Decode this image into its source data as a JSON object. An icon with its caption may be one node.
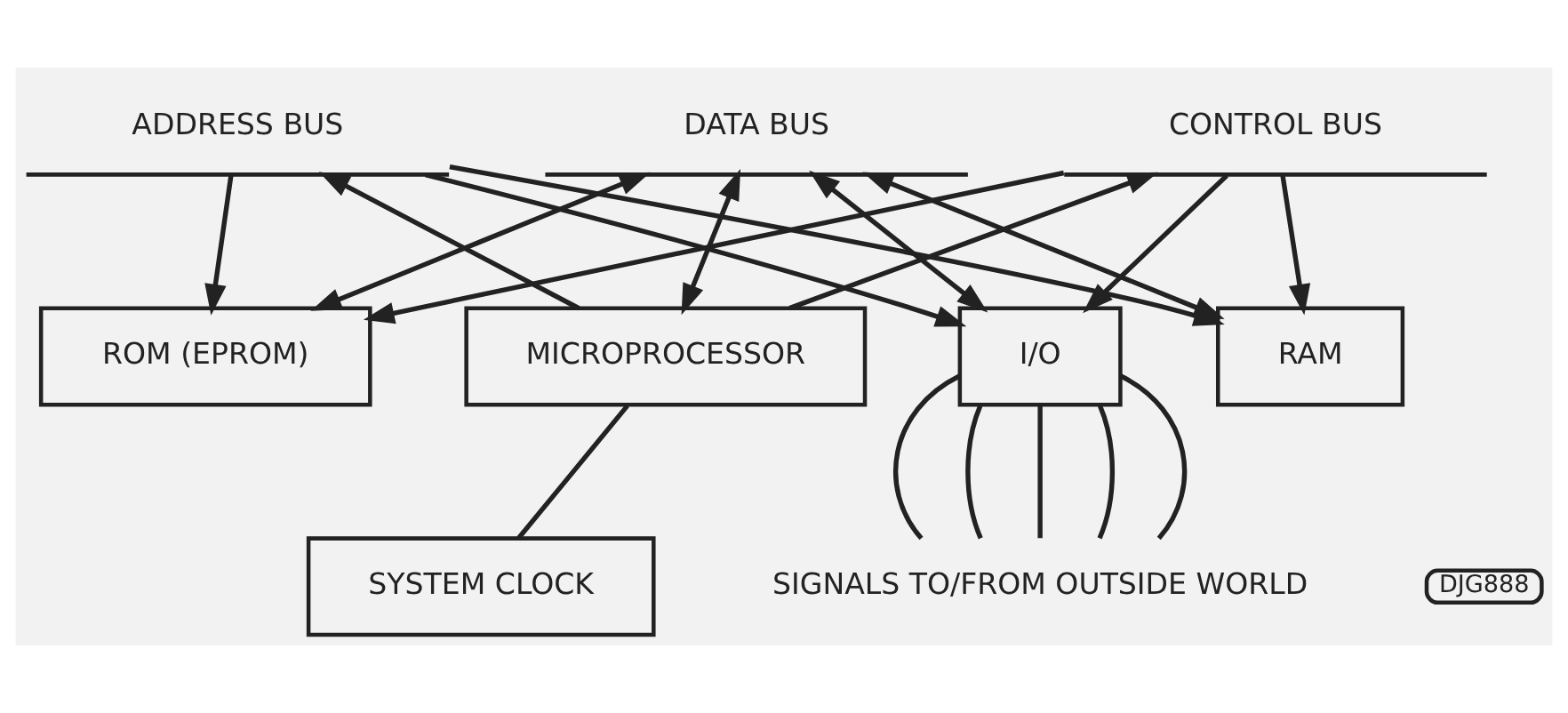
{
  "diagram": {
    "nodes": [
      {
        "text": [
          "ADDRESS BUS"
        ]
      },
      {
        "text": [
          "DATA BUS"
        ]
      },
      {
        "text": [
          "CONTROL BUS"
        ]
      },
      {
        "text": [
          "MICROPROCESSOR"
        ]
      },
      {
        "text": [
          "RAM"
        ]
      },
      {
        "text": [
          "ROM (EPROM)"
        ]
      },
      {
        "text": [
          "I/O"
        ]
      },
      {
        "text": [
          "SYSTEM CLOCK"
        ]
      },
      {
        "text": [
          "SIGNALS TO/FROM OUTSIDE WORLD"
        ]
      }
    ],
    "edges": [
      {
        "from": 3,
        "to": 0,
        "arrow": "to"
      },
      {
        "from": 3,
        "to": 2,
        "arrow": "to"
      },
      {
        "from": 3,
        "to": 1,
        "arrow": "both"
      },
      {
        "from": 0,
        "to": 4,
        "arrow": "to"
      },
      {
        "from": 2,
        "to": 4,
        "arrow": "to"
      },
      {
        "from": 1,
        "to": 4,
        "arrow": "both"
      },
      {
        "from": 0,
        "to": 5,
        "arrow": "to"
      },
      {
        "from": 2,
        "to": 5,
        "arrow": "to"
      },
      {
        "from": 1,
        "to": 5,
        "arrow": "both"
      },
      {
        "from": 0,
        "to": 6,
        "arrow": "to"
      },
      {
        "from": 2,
        "to": 6,
        "arrow": "to"
      },
      {
        "from": 1,
        "to": 6,
        "arrow": "both"
      },
      {
        "from": 7,
        "to": 3,
        "arrow": "none"
      },
      {
        "from": 6,
        "to": 8,
        "arrow": "none"
      },
      {
        "from": 6,
        "to": 8,
        "arrow": "none"
      },
      {
        "from": 6,
        "to": 8,
        "arrow": "none"
      },
      {
        "from": 6,
        "to": 8,
        "arrow": "none"
      },
      {
        "from": 6,
        "to": 8,
        "arrow": "none"
      }
    ],
    "labels": [
      "DJG888"
    ]
  }
}
